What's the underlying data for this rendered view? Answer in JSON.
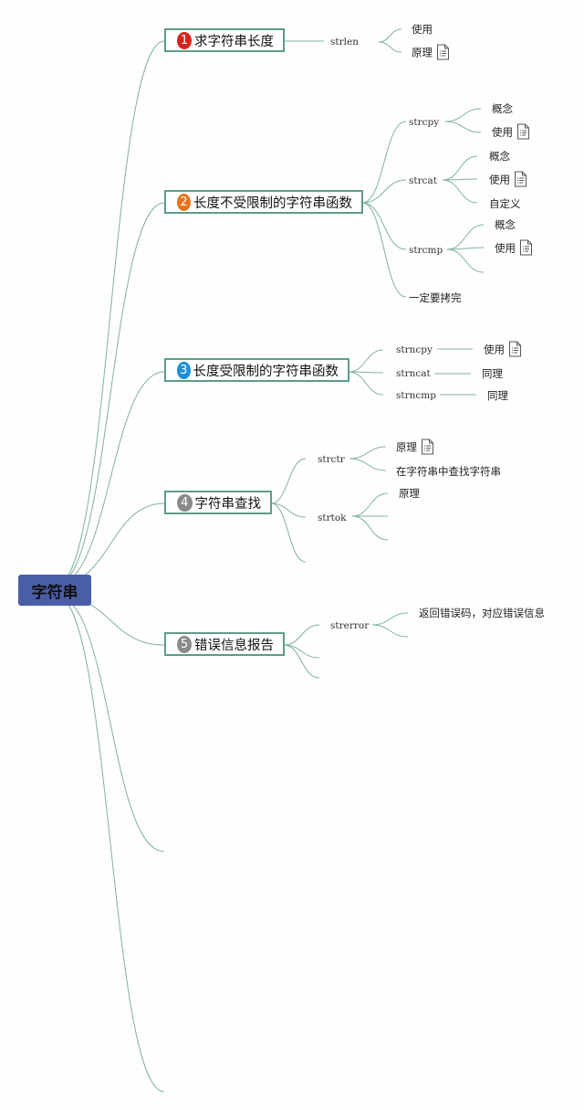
{
  "root": "字符串",
  "topics": [
    {
      "num": "1",
      "label": "求字符串长度",
      "color": "#d6241c"
    },
    {
      "num": "2",
      "label": "长度不受限制的字符串函数",
      "color": "#e8721c"
    },
    {
      "num": "3",
      "label": "长度受限制的字符串函数",
      "color": "#1b8fd6"
    },
    {
      "num": "4",
      "label": "字符串查找",
      "color": "#8a8a8a"
    },
    {
      "num": "5",
      "label": "错误信息报告",
      "color": "#8a8a8a"
    }
  ],
  "t1": {
    "strlen": "strlen",
    "use": "使用",
    "principle": "原理"
  },
  "t2": {
    "strcpy": "strcpy",
    "strcpy_concept": "概念",
    "strcpy_use": "使用",
    "strcat": "strcat",
    "strcat_concept": "概念",
    "strcat_use": "使用",
    "strcat_custom": "自定义",
    "strcmp": "strcmp",
    "strcmp_concept": "概念",
    "strcmp_use": "使用",
    "note": "一定要拷完"
  },
  "t3": {
    "strncpy": "strncpy",
    "strncpy_use": "使用",
    "strncat": "strncat",
    "strncat_same": "同理",
    "strncmp": "strncmp",
    "strncmp_same": "同理"
  },
  "t4": {
    "strctr": "strctr",
    "strctr_principle": "原理",
    "strctr_desc": "在字符串中查找字符串",
    "strtok": "strtok",
    "strtok_principle": "原理"
  },
  "t5": {
    "strerror": "strerror",
    "strerror_desc": "返回错误码，对应错误信息"
  }
}
